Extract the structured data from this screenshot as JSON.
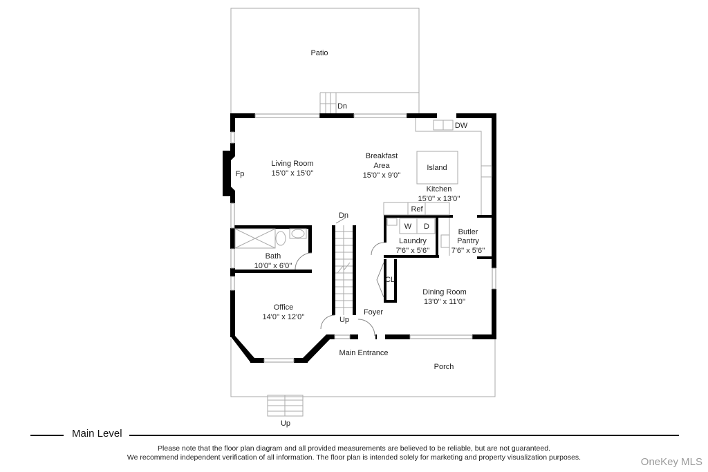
{
  "plan": {
    "level_title": "Main Level",
    "rooms": [
      {
        "name": "Patio",
        "dims": ""
      },
      {
        "name": "Living Room",
        "dims": "15'0'' x 15'0''"
      },
      {
        "name": "Breakfast Area",
        "dims": "15'0'' x 9'0''"
      },
      {
        "name": "Kitchen",
        "dims": "15'0'' x 13'0''"
      },
      {
        "name": "Laundry",
        "dims": "7'6'' x 5'6''"
      },
      {
        "name": "Butler Pantry",
        "dims": "7'6'' x 5'6''"
      },
      {
        "name": "Bath",
        "dims": "10'0'' x 6'0''"
      },
      {
        "name": "Office",
        "dims": "14'0'' x 12'0''"
      },
      {
        "name": "Dining Room",
        "dims": "13'0'' x 11'0''"
      },
      {
        "name": "Foyer",
        "dims": ""
      },
      {
        "name": "Main Entrance",
        "dims": ""
      },
      {
        "name": "Porch",
        "dims": ""
      }
    ],
    "fixtures": {
      "fireplace": "Fp",
      "dishwasher": "DW",
      "island": "Island",
      "refrigerator": "Ref",
      "washer": "W",
      "dryer": "D",
      "closet": "CL"
    },
    "stairs": {
      "patio_down": "Dn",
      "interior_down": "Dn",
      "interior_up": "Up",
      "porch_up": "Up"
    },
    "labels": {
      "breakfast_line1": "Breakfast",
      "breakfast_line2": "Area",
      "butler_line1": "Butler",
      "butler_line2": "Pantry"
    }
  },
  "footer": {
    "disclaimer_line1": "Please note that the floor plan diagram and all provided measurements are believed to be reliable, but are not guaranteed.",
    "disclaimer_line2": "We recommend independent verification of all information. The floor plan is intended solely for marketing and property visualization purposes.",
    "brand": "OneKey MLS"
  },
  "colors": {
    "wall": "#000000",
    "outline": "#9a9a9a",
    "text": "#222222",
    "brand": "#9a9a9a"
  }
}
